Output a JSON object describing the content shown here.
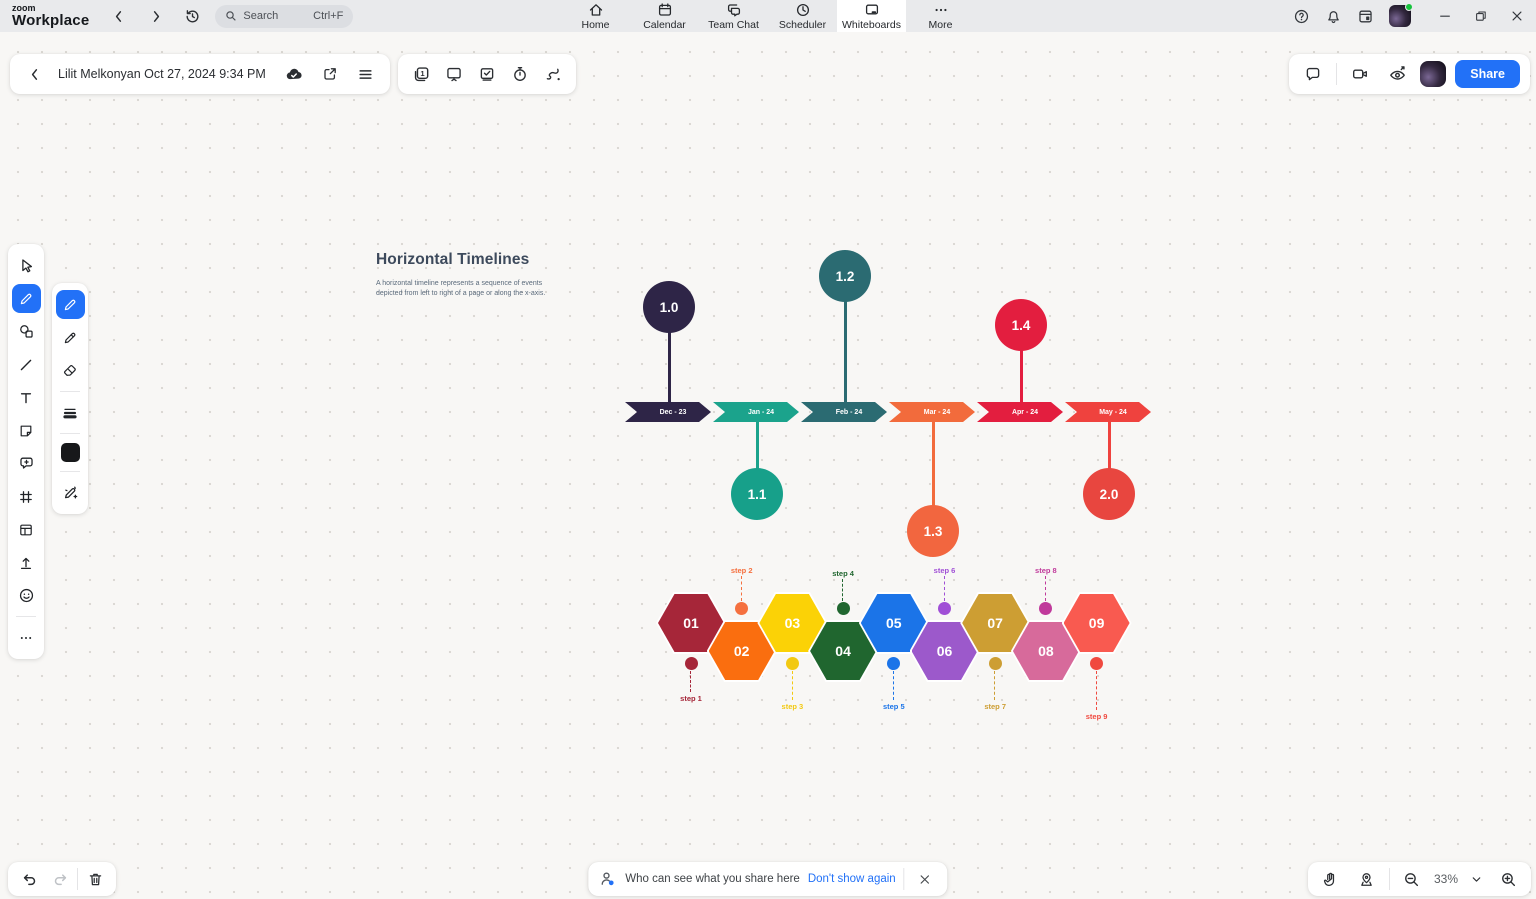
{
  "titlebar": {
    "logo": {
      "top": "zoom",
      "bottom": "Workplace"
    },
    "search": {
      "label": "Search",
      "shortcut": "Ctrl+F"
    },
    "tabs": [
      {
        "label": "Home"
      },
      {
        "label": "Calendar"
      },
      {
        "label": "Team Chat"
      },
      {
        "label": "Scheduler"
      },
      {
        "label": "Whiteboards"
      },
      {
        "label": "More"
      }
    ]
  },
  "board_header": {
    "title": "Lilit Melkonyan Oct 27, 2024 9:34 PM",
    "share_label": "Share"
  },
  "footer": {
    "notice_text": "Who can see what you share here",
    "notice_link": "Don't show again",
    "zoom_level": "33%"
  },
  "canvas": {
    "title": "Horizontal Timelines",
    "description": "A horizontal timeline represents a sequence of events depicted from left to right of a page or along the x-axis.",
    "timeline": [
      {
        "month": "Dec - 23",
        "version": "1.0",
        "direction": "up",
        "color": "#2E2547"
      },
      {
        "month": "Jan - 24",
        "version": "1.1",
        "direction": "down",
        "color": "#1BA38C",
        "circle_color": "#17A08A"
      },
      {
        "month": "Feb - 24",
        "version": "1.2",
        "direction": "up",
        "color": "#2B6B72"
      },
      {
        "month": "Mar - 24",
        "version": "1.3",
        "direction": "down",
        "color": "#F26B3C",
        "circle_color": "#F2663F"
      },
      {
        "month": "Apr - 24",
        "version": "1.4",
        "direction": "up",
        "color": "#E31E3F"
      },
      {
        "month": "May - 24",
        "version": "2.0",
        "direction": "down",
        "color": "#EF423E",
        "circle_color": "#E8463F"
      }
    ],
    "steps": [
      {
        "number": "01",
        "row": "top",
        "color": "#A62639",
        "step": "step 1",
        "step_color": "#A62639"
      },
      {
        "number": "02",
        "row": "bottom",
        "color": "#FA6E0F",
        "step": "step 2",
        "step_color": "#F5703F"
      },
      {
        "number": "03",
        "row": "top",
        "color": "#FBD206",
        "step": "step 3",
        "step_color": "#F2C912"
      },
      {
        "number": "04",
        "row": "bottom",
        "color": "#20662F",
        "step": "step 4",
        "step_color": "#20662F"
      },
      {
        "number": "05",
        "row": "top",
        "color": "#1B74E8",
        "step": "step 5",
        "step_color": "#1B74E8"
      },
      {
        "number": "06",
        "row": "bottom",
        "color": "#9C59CB",
        "step": "step 6",
        "step_color": "#A04FD6"
      },
      {
        "number": "07",
        "row": "top",
        "color": "#CD9E33",
        "step": "step 7",
        "step_color": "#CD9E33"
      },
      {
        "number": "08",
        "row": "bottom",
        "color": "#D76A9B",
        "step": "step 8",
        "step_color": "#C0399B"
      },
      {
        "number": "09",
        "row": "top",
        "color": "#F95A50",
        "step": "step 9",
        "step_color": "#F0493F"
      }
    ]
  }
}
